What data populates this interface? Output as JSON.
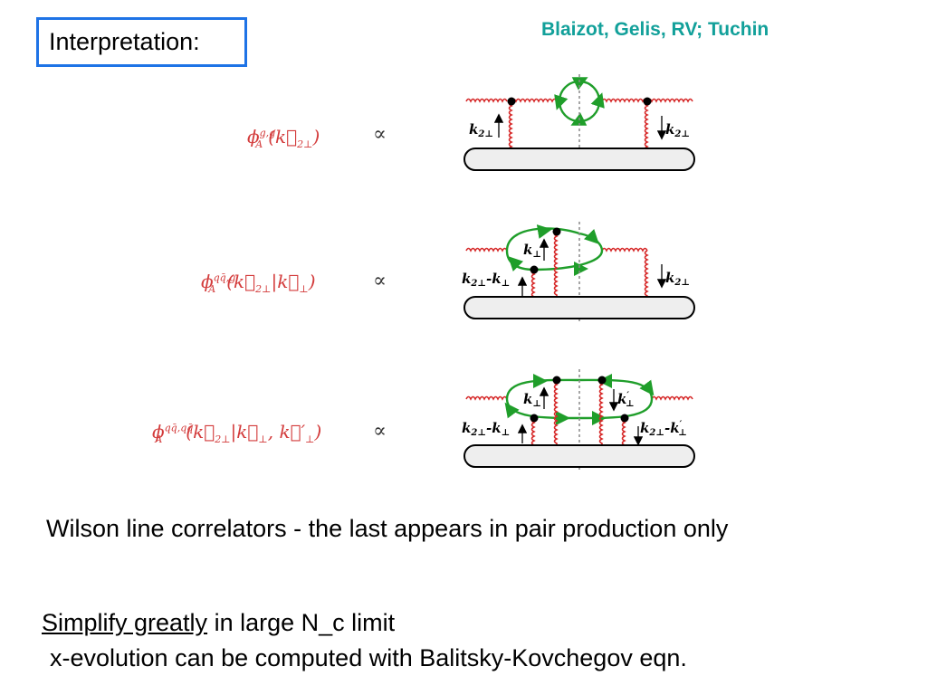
{
  "header": {
    "title": "Interpretation:",
    "authors": "Blaizot, Gelis, RV; Tuchin"
  },
  "diagrams": [
    {
      "formula": {
        "symbol": "ϕ",
        "sub": "A",
        "sup": "g,g",
        "args": "(k⃗",
        "argsub": "2⊥",
        "close": ")"
      },
      "proportional": "∝",
      "labels": [
        "k",
        "2⊥",
        "k",
        "2⊥"
      ]
    },
    {
      "formula": {
        "symbol": "ϕ",
        "sub": "A",
        "sup": "qq̄,g",
        "args": "(k⃗",
        "argsub": "2⊥",
        "rest": "|k⃗",
        "restsub": "⊥",
        "close": ")"
      },
      "proportional": "∝",
      "labels": [
        "k",
        "⊥",
        "k",
        "2⊥",
        "-k",
        "⊥",
        "k",
        "2⊥"
      ]
    },
    {
      "formula": {
        "symbol": "ϕ",
        "sub": "A",
        "sup": "qq̄,qq̄",
        "args": "(k⃗",
        "argsub": "2⊥",
        "rest": "|k⃗",
        "restsub": "⊥",
        "rest2": ", k⃗′",
        "rest2sub": "⊥",
        "close": ")"
      },
      "proportional": "∝",
      "labels": [
        "k",
        "⊥",
        "k",
        "′",
        "⊥",
        "k",
        "2⊥",
        "-k",
        "⊥",
        "k",
        "2⊥",
        "-k",
        "′",
        "⊥"
      ]
    }
  ],
  "body": {
    "line1": "Wilson line correlators - the last appears in pair production only",
    "line2_underlined": "Simplify greatly",
    "line2_rest": " in large N_c limit",
    "line3": " x-evolution can be computed with Balitsky-Kovchegov eqn."
  },
  "colors": {
    "title_border": "#1e73e6",
    "authors": "#12a09a",
    "formula": "#d33b3b",
    "gluon": "#d62828",
    "quark_loop": "#1f9e2a"
  }
}
